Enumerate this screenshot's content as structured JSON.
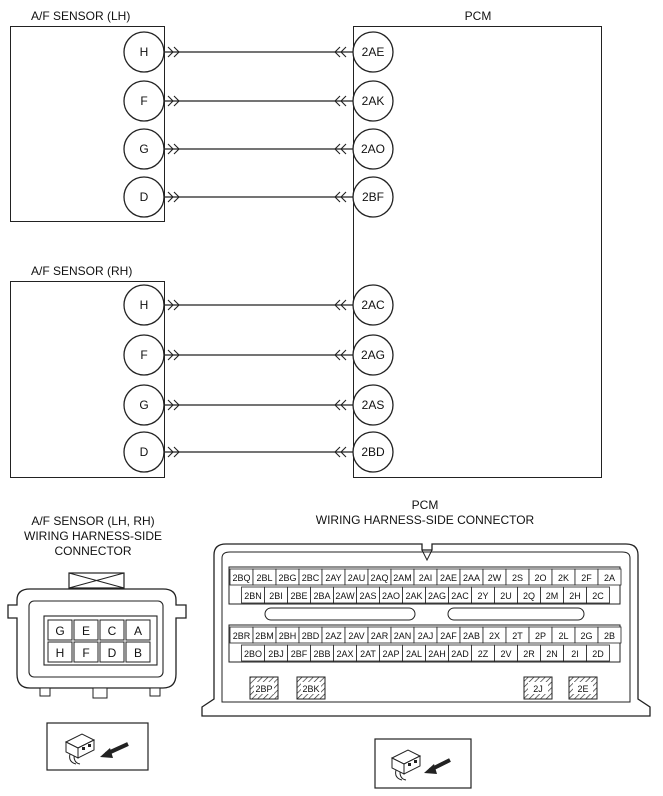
{
  "titles": {
    "sensor_lh": "A/F SENSOR (LH)",
    "sensor_rh": "A/F SENSOR (RH)",
    "pcm": "PCM",
    "sensor_connector": [
      "A/F SENSOR (LH, RH)",
      "WIRING HARNESS-SIDE",
      "CONNECTOR"
    ],
    "pcm_connector": [
      "PCM",
      "WIRING HARNESS-SIDE CONNECTOR"
    ]
  },
  "wiring": {
    "lh": [
      {
        "sensor_pin": "H",
        "pcm_pin": "2AE"
      },
      {
        "sensor_pin": "F",
        "pcm_pin": "2AK"
      },
      {
        "sensor_pin": "G",
        "pcm_pin": "2AO"
      },
      {
        "sensor_pin": "D",
        "pcm_pin": "2BF"
      }
    ],
    "rh": [
      {
        "sensor_pin": "H",
        "pcm_pin": "2AC"
      },
      {
        "sensor_pin": "F",
        "pcm_pin": "2AG"
      },
      {
        "sensor_pin": "G",
        "pcm_pin": "2AS"
      },
      {
        "sensor_pin": "D",
        "pcm_pin": "2BD"
      }
    ]
  },
  "sensor_connector_pins": [
    [
      "G",
      "E",
      "C",
      "A"
    ],
    [
      "H",
      "F",
      "D",
      "B"
    ]
  ],
  "pcm_connector": {
    "rows": [
      [
        "2BQ",
        "2BL",
        "2BG",
        "2BC",
        "2AY",
        "2AU",
        "2AQ",
        "2AM",
        "2AI",
        "2AE",
        "2AA",
        "2W",
        "2S",
        "2O",
        "2K",
        "2F",
        "2A"
      ],
      [
        "2BN",
        "2BI",
        "2BE",
        "2BA",
        "2AW",
        "2AS",
        "2AO",
        "2AK",
        "2AG",
        "2AC",
        "2Y",
        "2U",
        "2Q",
        "2M",
        "2H",
        "2C"
      ],
      [
        "2BR",
        "2BM",
        "2BH",
        "2BD",
        "2AZ",
        "2AV",
        "2AR",
        "2AN",
        "2AJ",
        "2AF",
        "2AB",
        "2X",
        "2T",
        "2P",
        "2L",
        "2G",
        "2B"
      ],
      [
        "2BO",
        "2BJ",
        "2BF",
        "2BB",
        "2AX",
        "2AT",
        "2AP",
        "2AL",
        "2AH",
        "2AD",
        "2Z",
        "2V",
        "2R",
        "2N",
        "2I",
        "2D"
      ]
    ],
    "power_pins": [
      "2BP",
      "2BK",
      "2J",
      "2E"
    ]
  },
  "icons": {
    "connector_view": "connector-with-arrow-icon"
  }
}
